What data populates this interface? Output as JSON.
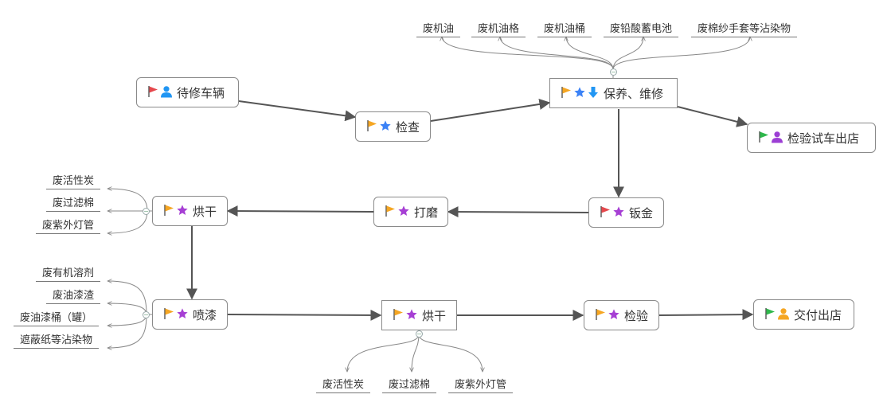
{
  "colors": {
    "flag_red": "#e5484d",
    "flag_orange": "#f5a623",
    "flag_green": "#2eb84b",
    "star_blue": "#3b82f6",
    "star_purple": "#a63fd4",
    "person_blue": "#2196f3",
    "person_purple": "#9c3fd4",
    "person_orange": "#f5a623",
    "arrow_blue": "#2196f3",
    "line": "#555555",
    "branch": "#888888"
  },
  "nodes": {
    "waiting": {
      "label": "待修车辆",
      "icons": [
        "flag-red",
        "person-blue"
      ]
    },
    "inspect": {
      "label": "检查",
      "icons": [
        "flag-orange",
        "star-blue"
      ]
    },
    "maintain": {
      "label": "保养、维修",
      "icons": [
        "flag-orange",
        "star-blue",
        "arrow-down-blue"
      ]
    },
    "test_drive": {
      "label": "检验试车出店",
      "icons": [
        "flag-green",
        "person-purple"
      ]
    },
    "sheet_metal": {
      "label": "钣金",
      "icons": [
        "flag-red",
        "star-purple"
      ]
    },
    "polish": {
      "label": "打磨",
      "icons": [
        "flag-orange",
        "star-purple"
      ]
    },
    "dry1": {
      "label": "烘干",
      "icons": [
        "flag-orange",
        "star-purple"
      ]
    },
    "paint": {
      "label": "喷漆",
      "icons": [
        "flag-orange",
        "star-purple"
      ]
    },
    "dry2": {
      "label": "烘干",
      "icons": [
        "flag-orange",
        "star-purple"
      ]
    },
    "check2": {
      "label": "检验",
      "icons": [
        "flag-orange",
        "star-purple"
      ]
    },
    "deliver": {
      "label": "交付出店",
      "icons": [
        "flag-green",
        "person-orange"
      ]
    }
  },
  "leaves": {
    "maintain_waste": [
      "废机油",
      "废机油格",
      "废机油桶",
      "废铅酸蓄电池",
      "废棉纱手套等沾染物"
    ],
    "dry1_waste": [
      "废活性炭",
      "废过滤棉",
      "废紫外灯管"
    ],
    "paint_waste": [
      "废有机溶剂",
      "废油漆渣",
      "废油漆桶（罐）",
      "遮蔽纸等沾染物"
    ],
    "dry2_waste": [
      "废活性炭",
      "废过滤棉",
      "废紫外灯管"
    ]
  },
  "collapse_symbol": "−"
}
